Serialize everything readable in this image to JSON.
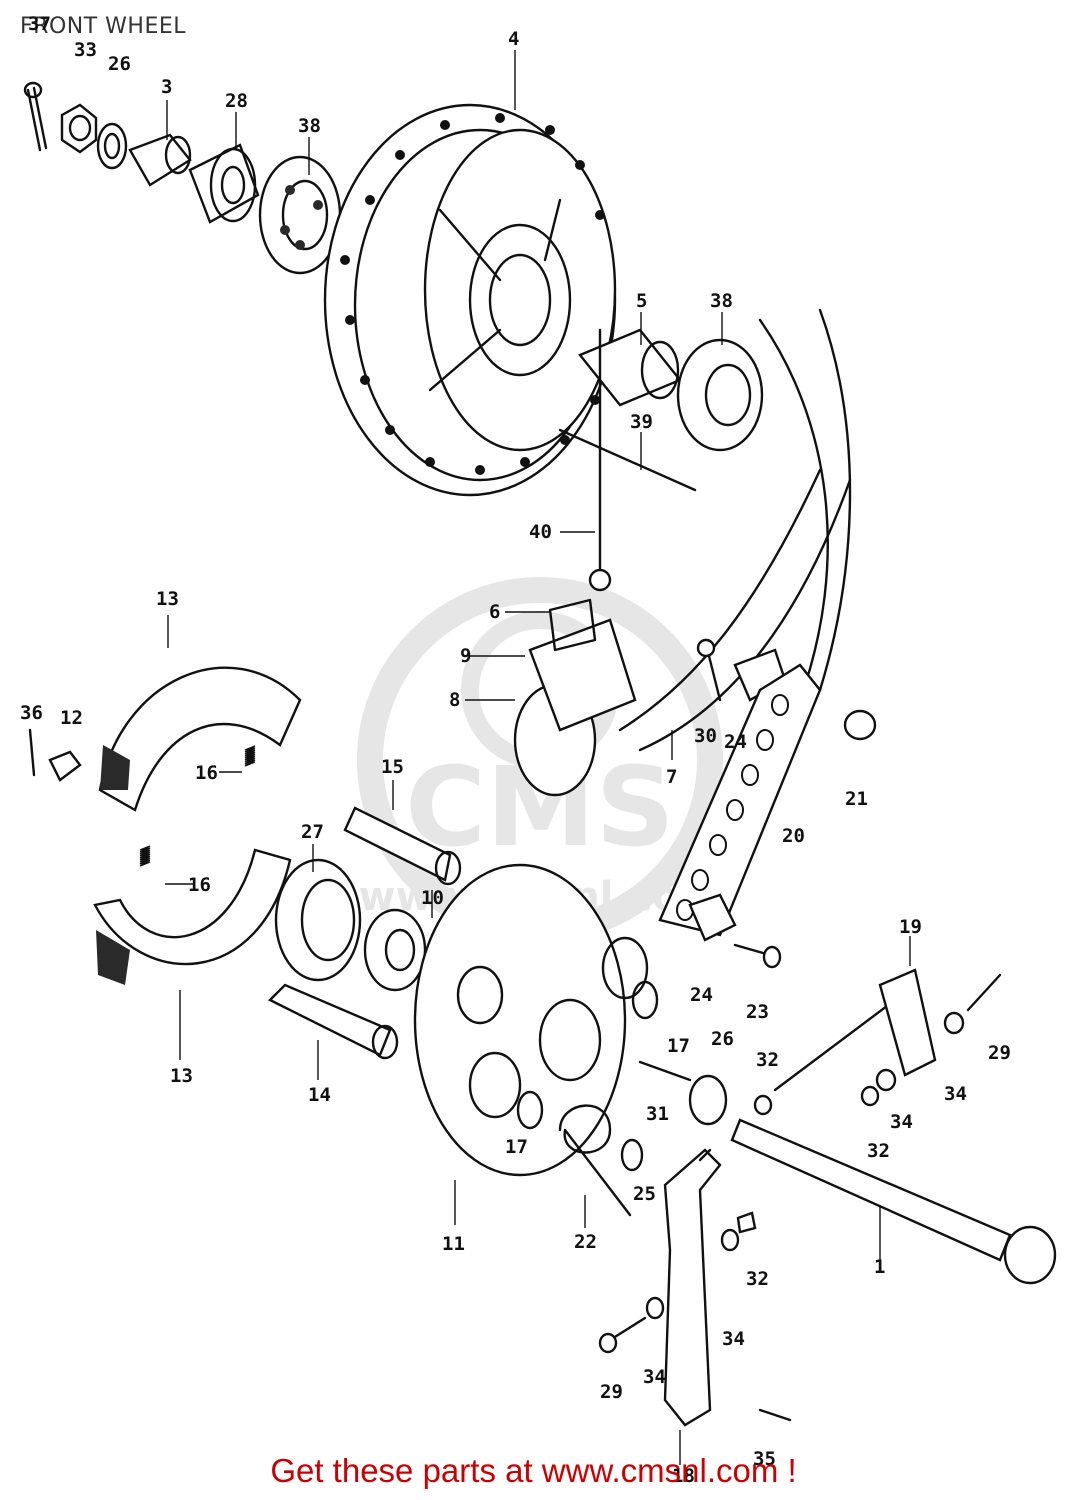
{
  "title": "FRONT WHEEL",
  "watermark": {
    "brand": "CMS",
    "url": "www.cmsnl.com"
  },
  "footer": {
    "text": "Get these parts at www.cmsnl.com !"
  },
  "colors": {
    "footer": "#cc0000",
    "line": "#111111",
    "watermark": "#e6e6e6"
  },
  "callouts": {
    "c37": "37",
    "c33": "33",
    "c26a": "26",
    "c3": "3",
    "c28": "28",
    "c38a": "38",
    "c4": "4",
    "c5": "5",
    "c38b": "38",
    "c39": "39",
    "c40": "40",
    "c6": "6",
    "c9": "9",
    "c8": "8",
    "c7": "7",
    "c30": "30",
    "c24a": "24",
    "c21": "21",
    "c20": "20",
    "c13a": "13",
    "c36": "36",
    "c12": "12",
    "c16a": "16",
    "c15": "15",
    "c27": "27",
    "c16b": "16",
    "c10": "10",
    "c13b": "13",
    "c14": "14",
    "c24b": "24",
    "c23": "23",
    "c19": "19",
    "c29a": "29",
    "c17a": "17",
    "c26b": "26",
    "c32a": "32",
    "c34a": "34",
    "c34b": "34",
    "c31": "31",
    "c32b": "32",
    "c17b": "17",
    "c25": "25",
    "c11": "11",
    "c22": "22",
    "c1": "1",
    "c32c": "32",
    "c34c": "34",
    "c34d": "34",
    "c29b": "29",
    "c35": "35",
    "c18": "18"
  }
}
